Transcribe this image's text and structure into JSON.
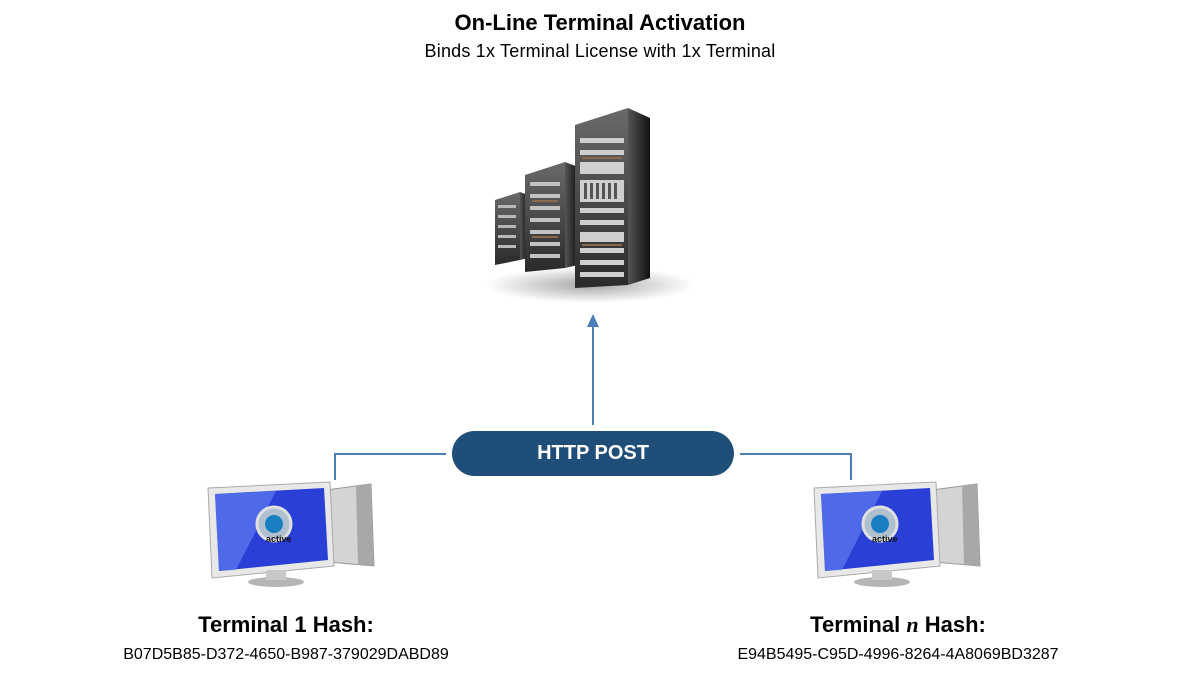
{
  "title": "On-Line Terminal Activation",
  "subtitle": "Binds 1x Terminal License with 1x Terminal",
  "connector_label": "HTTP POST",
  "terminals": [
    {
      "label_prefix": "Terminal 1 Hash:",
      "hash": "B07D5B85-D372-4650-B987-379029DABD89"
    },
    {
      "label_before": "Terminal ",
      "label_n": "n",
      "label_after": " Hash:",
      "hash": "E94B5495-C95D-4996-8264-4A8069BD3287"
    }
  ],
  "logo_text": "active",
  "colors": {
    "pill": "#1f4e79",
    "line": "#4a7fb5",
    "screen": "#2a3fd6"
  }
}
